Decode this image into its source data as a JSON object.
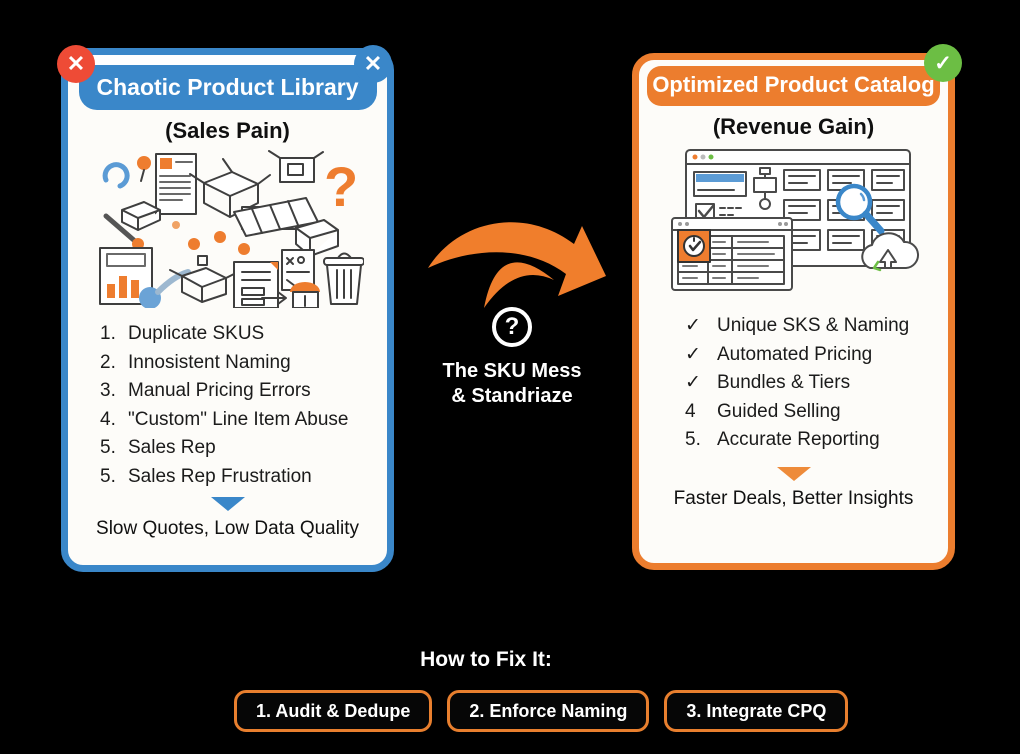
{
  "colors": {
    "background": "#000000",
    "blue_accent": "#3a87c9",
    "orange_accent": "#ec7d2e",
    "red_badge": "#ee4b36",
    "green_badge": "#6cbe44",
    "arrow_orange": "#f07e2c",
    "card_background": "#fdfcf9"
  },
  "left_card": {
    "badge_glyph": "✕",
    "title": "Chaotic Product Library",
    "subtitle": "(Sales Pain)",
    "illustration_alt": "chaotic doodle of boxes, documents, barcode, question marks, bar chart and trash can",
    "items": [
      {
        "marker": "1.",
        "text": "Duplicate SKUS"
      },
      {
        "marker": "2.",
        "text": "Innosistent Naming"
      },
      {
        "marker": "3.",
        "text": "Manual Pricing Errors"
      },
      {
        "marker": "4.",
        "text": "\"Custom\" Line Item Abuse"
      },
      {
        "marker": "5.",
        "text": "Sales Rep"
      },
      {
        "marker": "5.",
        "text": "Sales Rep Frustration"
      }
    ],
    "footer": "Slow Quotes, Low Data Quality"
  },
  "middle": {
    "question_glyph": "?",
    "caption_line1": "The SKU Mess",
    "caption_line2": "& Standriaze"
  },
  "right_card": {
    "badge_glyph": "✓",
    "title": "Optimized Product Catalog",
    "subtitle": "(Revenue Gain)",
    "illustration_alt": "tidy product catalog window with cards, table, magnifier and cloud upload",
    "items": [
      {
        "marker": "✓",
        "text": "Unique SKS & Naming"
      },
      {
        "marker": "✓",
        "text": "Automated Pricing"
      },
      {
        "marker": "✓",
        "text": "Bundles & Tiers"
      },
      {
        "marker": "4",
        "text": "Guided Selling"
      },
      {
        "marker": "5.",
        "text": "Accurate Reporting"
      }
    ],
    "footer": "Faster Deals, Better Insights"
  },
  "bottom": {
    "heading": "How to Fix It:",
    "buttons": [
      {
        "label": "1. Audit & Dedupe"
      },
      {
        "label": "2. Enforce Naming"
      },
      {
        "label": "3. Integrate CPQ"
      }
    ]
  }
}
